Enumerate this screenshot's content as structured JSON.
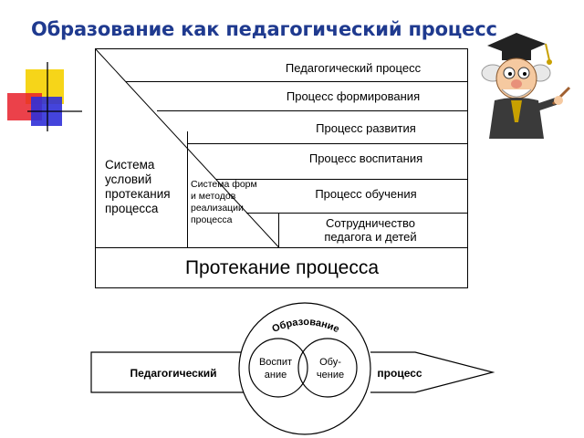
{
  "title": "Образование как педагогический процесс",
  "table": {
    "rows": [
      "Педагогический процесс",
      "Процесс формирования",
      "Процесс развития",
      "Процесс воспитания",
      "Процесс обучения",
      "Сотрудничество педагога и детей"
    ],
    "left_label": "Система условий протекания процесса",
    "middle_label": "Система форм и методов реализации процесса",
    "bottom_label": "Протекание процесса"
  },
  "arrow": {
    "left_label": "Педагогический",
    "right_label": "процесс",
    "circle_label": "Образование",
    "left_circle_label": "Воспит ание",
    "right_circle_label": "Обу- чение"
  },
  "colors": {
    "title": "#1f3a8f",
    "deco_yellow": "#f5d000",
    "deco_red": "#e8202a",
    "deco_blue": "#3030d8"
  },
  "icons": [
    "color-squares-icon",
    "professor-cartoon-icon"
  ]
}
